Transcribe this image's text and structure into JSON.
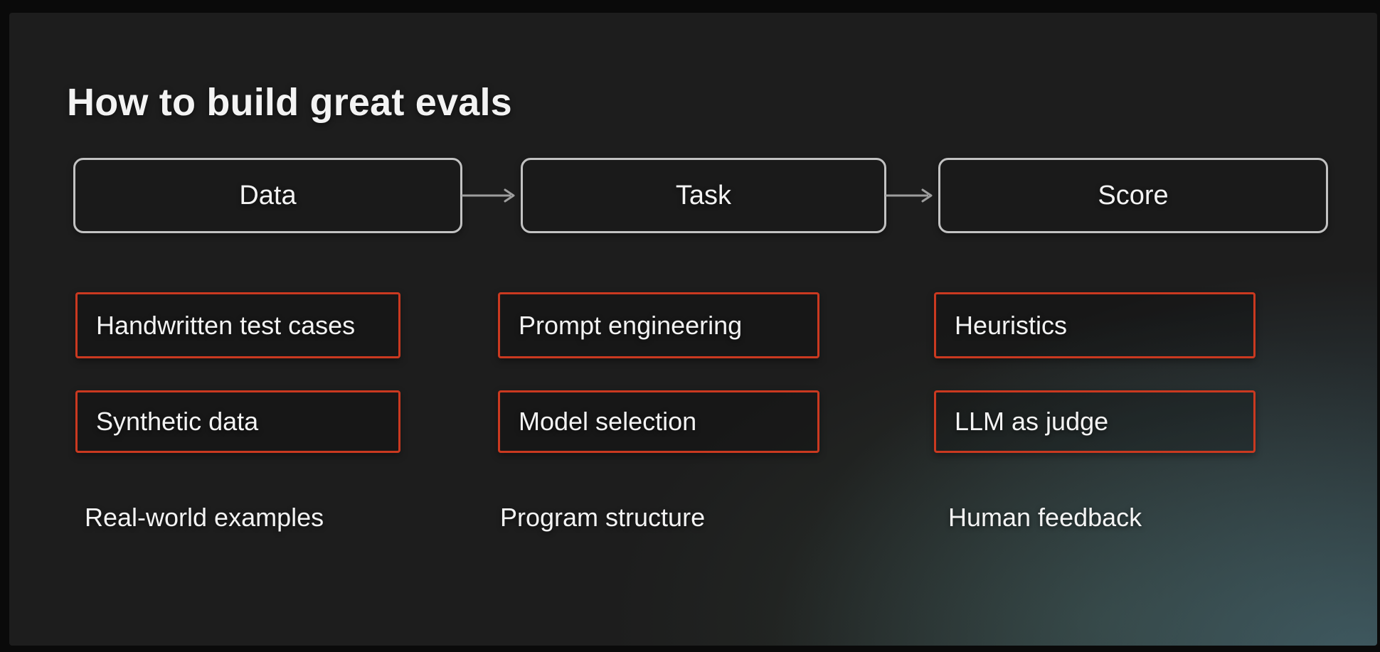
{
  "title": "How to build great evals",
  "colors": {
    "frame_bg": "#0a0a0a",
    "panel_bg": "#1d1d1d",
    "teal_glow": "#3e5058",
    "text": "#f3f3f3",
    "gray_border": "#c2c2c2",
    "red_border": "#ca3920",
    "arrow": "#9e9e9e"
  },
  "flow": {
    "nodes": [
      {
        "label": "Data"
      },
      {
        "label": "Task"
      },
      {
        "label": "Score"
      }
    ],
    "connector_icon": "arrow-right-icon"
  },
  "columns": [
    {
      "stage": "Data",
      "boxed_items": [
        "Handwritten test cases",
        "Synthetic data"
      ],
      "plain_item": "Real-world examples"
    },
    {
      "stage": "Task",
      "boxed_items": [
        "Prompt engineering",
        "Model selection"
      ],
      "plain_item": "Program structure"
    },
    {
      "stage": "Score",
      "boxed_items": [
        "Heuristics",
        "LLM as judge"
      ],
      "plain_item": "Human feedback"
    }
  ]
}
